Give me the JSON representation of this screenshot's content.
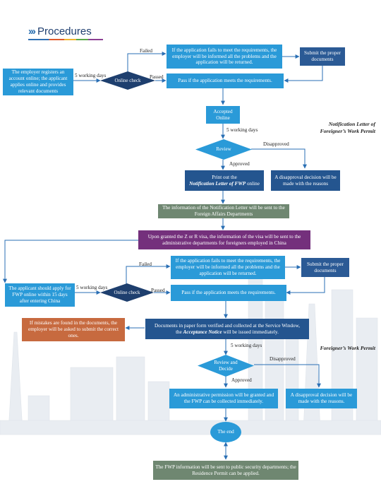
{
  "header": {
    "title": "Procedures",
    "chevrons": "›››"
  },
  "section1": {
    "start": "The employer registers an account online; the applicant applies online and provides relevant documents",
    "days1": "5 working days",
    "decision": "Online check",
    "failed": "Failed",
    "passed": "Passed",
    "fail_box": "If the application fails to meet the requirements, the employer will be informed all the problems and the application will be returned.",
    "submit": "Submit the proper documents",
    "pass_box": "Pass if the application meets the requirements.",
    "accepted": "Accepted Online",
    "days2": "5 working days",
    "review": "Review",
    "approved": "Approved",
    "disapproved": "Disapproved",
    "print_prefix": "Print out the",
    "print_em": "Notification Letter of FWP",
    "print_suffix": "online",
    "disapproval": "A disapproval decision will be made with the reasons",
    "side_note_1": "Notification Letter of",
    "side_note_2": "Foreigner’s Work Permit",
    "info_letter": "The information of the Notification Letter will be sent to the Foreign Affairs Departments",
    "visa_info": "Upon granted the Z or R visa, the information of the visa will be sent to the administrative departments for foreigners employed in China"
  },
  "section2": {
    "start": "The applicant should apply for FWP online within 15 days after entering China",
    "days1": "5 working days",
    "decision": "Online check",
    "failed": "Failed",
    "passed": "Passed",
    "fail_box": "If the application fails to meet the requirements, the employer will be informed all the problems and the application will be returned.",
    "submit": "Submit the proper documents",
    "pass_box": "Pass if the application meets the requirements.",
    "mistakes": "If mistakes are found in the documents, the employer will be asked to submit the correct ones.",
    "docs_line1": "Documents in paper form verified and collected at the Service Window,",
    "docs_pre": "the",
    "docs_em": "Acceptance Notice",
    "docs_post": "will be issued immediately.",
    "days2": "5 working days",
    "side_note": "Foreigner’s Work Permit",
    "review": "Review and Decide",
    "approved": "Approved",
    "disapproved": "Disapproved",
    "granted": "An administrative permission will be granted and the FWP can be collected immediately.",
    "disapproval": "A disapproval decision will be made with the reasons.",
    "end": "The end",
    "final": "The FWP information will be sent to public security departments; the Residence Permit can be applied."
  }
}
